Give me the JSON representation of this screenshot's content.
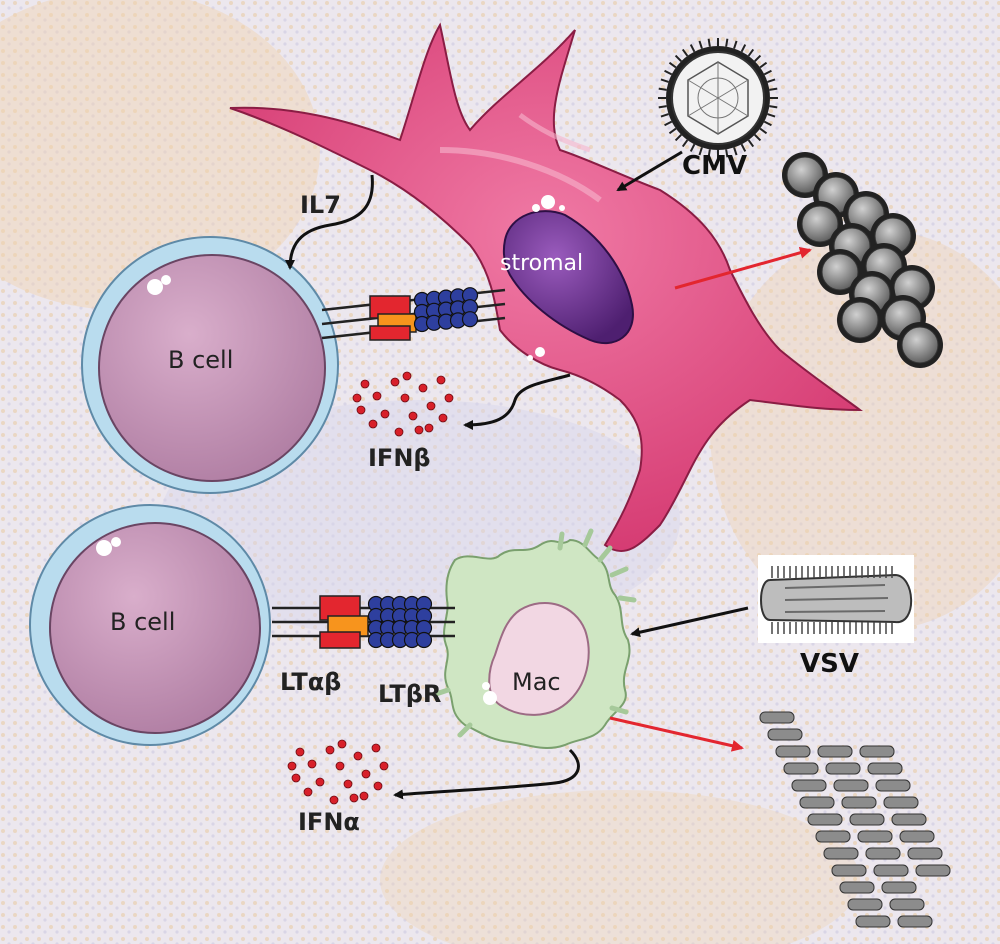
{
  "labels": {
    "il7": "IL7",
    "stromal": "stromal",
    "cmv": "CMV",
    "b_cell_top": "B cell",
    "b_cell_bottom": "B cell",
    "ifn_beta": "IFNβ",
    "ifn_alpha": "IFNα",
    "lt_ab": "LTαβ",
    "lt_br": "LTβR",
    "mac": "Mac",
    "vsv": "VSV"
  },
  "colors": {
    "stromal_cell": "#e0457e",
    "stromal_nucleus": "#6b2f8f",
    "b_cell_membrane": "#a9d4ea",
    "b_cell_body": "#c795b8",
    "macrophage": "#cfe6c3",
    "mac_nucleus": "#f2d7e3",
    "ltab_red": "#e3262f",
    "ltab_orange": "#f7941d",
    "ltbr_blue": "#2e3f9e",
    "ifn_dots": "#d8202a",
    "red_arrow": "#e3262f",
    "black_arrow": "#111111"
  }
}
